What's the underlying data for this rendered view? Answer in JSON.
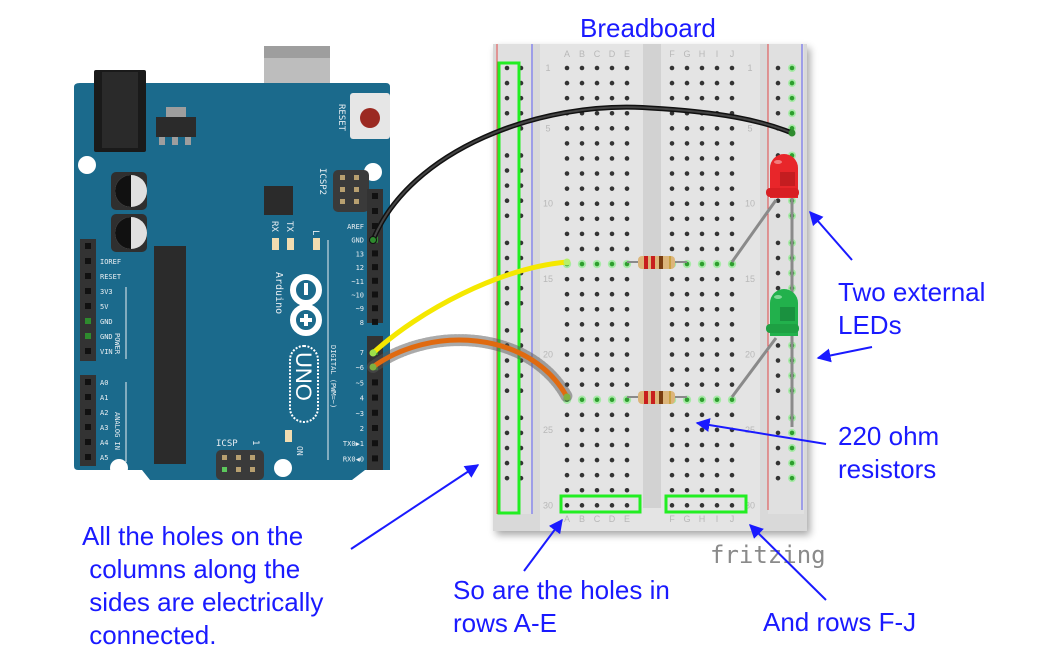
{
  "title": "Breadboard",
  "annotations": {
    "two_leds": "Two external\nLEDs",
    "resistors": "220 ohm\nresistors",
    "side_columns": "All the holes on the\n columns along the\n sides are electrically\n connected.",
    "rows_ae": "So are the holes in\nrows A-E",
    "rows_fj": "And rows F-J"
  },
  "watermark": "fritzing",
  "arduino": {
    "brand": "Arduino",
    "model": "UNO",
    "reset_label": "RESET",
    "icsp2_label": "ICSP2",
    "icsp_label": "ICSP",
    "icsp_pin1": "1",
    "led_labels": [
      "RX",
      "TX",
      "L"
    ],
    "on_label": "ON",
    "digital_header_label": "DIGITAL (PWM=~)",
    "power_header_label": "POWER",
    "analog_header_label": "ANALOG IN",
    "digital_pins": [
      "AREF",
      "GND",
      "13",
      "12",
      "~11",
      "~10",
      "~9",
      "8",
      "7",
      "~6",
      "~5",
      "4",
      "~3",
      "2",
      "TX0▶1",
      "RX0◀0"
    ],
    "power_pins": [
      "IOREF",
      "RESET",
      "3V3",
      "5V",
      "GND",
      "GND",
      "VIN"
    ],
    "analog_pins": [
      "A0",
      "A1",
      "A2",
      "A3",
      "A4",
      "A5"
    ],
    "colors": {
      "board": "#1b6a8c",
      "header": "#333333"
    }
  },
  "breadboard": {
    "columns_left": [
      "A",
      "B",
      "C",
      "D",
      "E"
    ],
    "columns_right": [
      "F",
      "G",
      "H",
      "I",
      "J"
    ],
    "row_numbers": [
      "1",
      "5",
      "10",
      "15",
      "20",
      "25",
      "30"
    ],
    "rows": 30
  },
  "components": {
    "leds": [
      {
        "name": "red-led",
        "color": "#e8262a"
      },
      {
        "name": "green-led",
        "color": "#22b14c"
      }
    ],
    "resistors": [
      {
        "name": "resistor-1",
        "value": "220 ohm"
      },
      {
        "name": "resistor-2",
        "value": "220 ohm"
      }
    ],
    "wires": [
      {
        "name": "black-wire",
        "from": "GND",
        "color": "#222222"
      },
      {
        "name": "yellow-wire",
        "from": "7",
        "color": "#f5e800"
      },
      {
        "name": "orange-wire",
        "from": "~6",
        "color": "#e06a10"
      }
    ]
  },
  "colors": {
    "annotation": "#1a1aff",
    "highlight": "#22ee22"
  }
}
